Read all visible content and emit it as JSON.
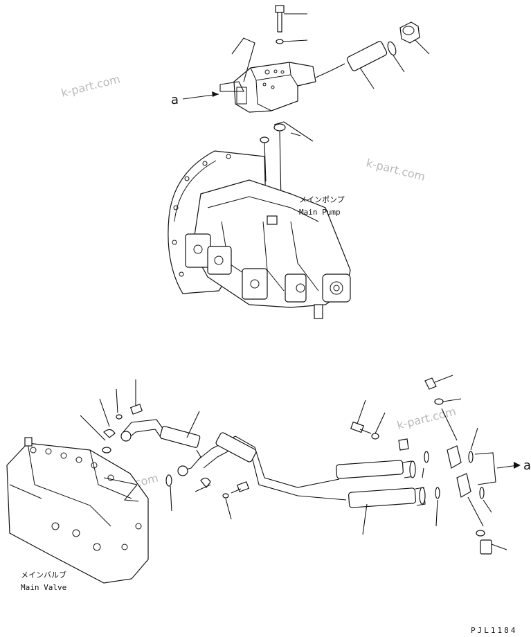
{
  "labels": {
    "main_pump_jp": "メインポンプ",
    "main_pump_en": "Main Pump",
    "main_valve_jp": "メインバルブ",
    "main_valve_en": "Main Valve",
    "arrow_a_left": "a",
    "arrow_a_right": "a",
    "drawing_code": "PJL1184"
  },
  "watermarks": [
    "k-part.com",
    "k-part.com",
    "k-part.com",
    "k-part.com"
  ]
}
